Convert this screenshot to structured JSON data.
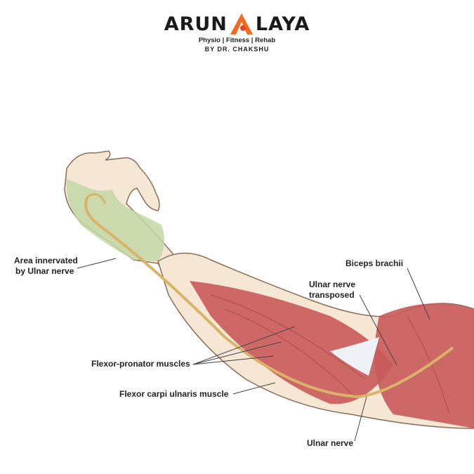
{
  "logo": {
    "name_left": "ARUN",
    "name_right": "LAYA",
    "tagline": "Physio | Fitness | Rehab",
    "byline": "BY DR. CHAKSHU",
    "accent_color": "#f26a21"
  },
  "labels": {
    "area_innervated": [
      "Area innervated",
      "by Ulnar nerve"
    ],
    "biceps": "Biceps brachii",
    "ulnar_transposed": [
      "Ulnar nerve",
      "transposed"
    ],
    "flexor_pronator": "Flexor-pronator muscles",
    "flexor_carpi": "Flexor carpi ulnaris muscle",
    "ulnar_nerve": "Ulnar nerve"
  },
  "colors": {
    "skin": "#f6e7d4",
    "muscle": "#c95a5a",
    "nerve": "#d9b36a",
    "innervated_area": "#c3d7a4"
  }
}
